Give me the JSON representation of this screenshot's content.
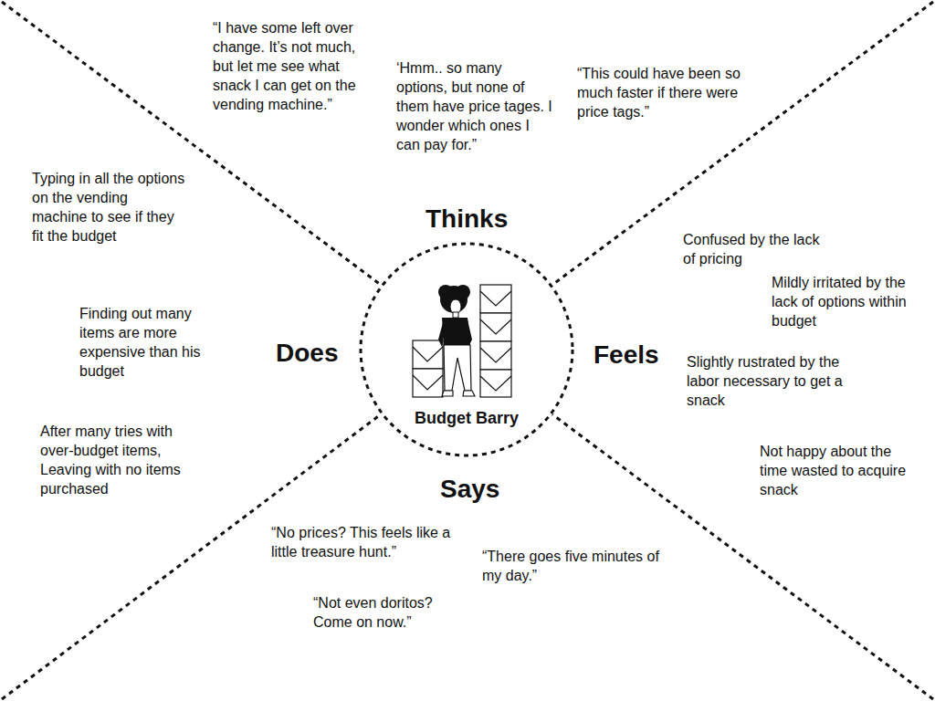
{
  "diagram": {
    "nodes": [
      {
        "text": [
          "Budget Barry"
        ]
      }
    ],
    "labels": [
      "“I have some left over change. It’s not much, but let me see what snack I can get on the vending machine.”",
      "‘Hmm.. so many options, but none of them have price tages. I wonder which ones I can pay for.”",
      "“This could have been so much faster if there were price tags.”",
      "Thinks",
      "Typing in all the options on the vending machine to see if they fit the budget",
      "Finding out many items are more expensive than his budget",
      "After many tries with over-budget items, Leaving with no items purchased",
      "Does",
      "Confused by the lack of pricing",
      "Mildly irritated by the lack of options within budget",
      "Feels",
      "Slightly rustrated by the labor necessary to get a snack",
      "Not happy about the time wasted to acquire snack",
      "Says",
      "“No prices? This feels like a little treasure hunt.”",
      "“There goes five minutes of my day.”",
      "“Not even doritos? Come on now.”"
    ]
  }
}
